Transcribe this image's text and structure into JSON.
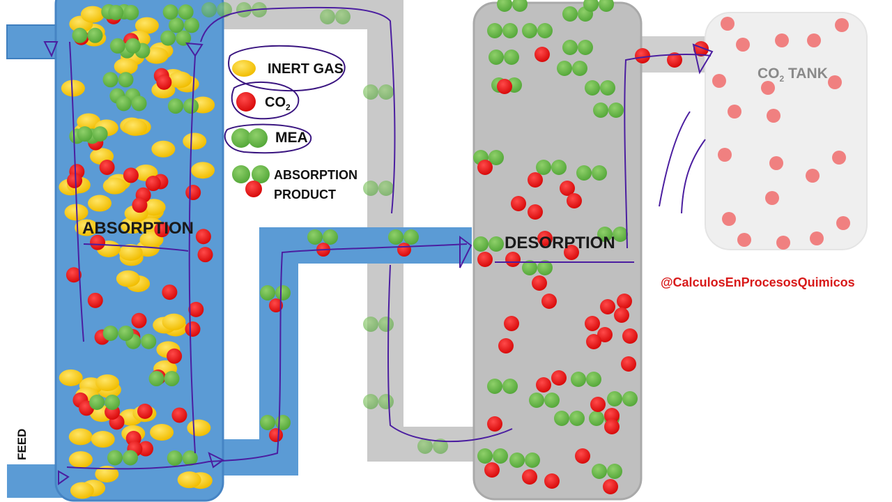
{
  "legend": {
    "inert_gas": "INERT GAS",
    "co2": "CO",
    "co2_sub": "2",
    "mea": "MEA",
    "absorption_product_line1": "ABSORPTION",
    "absorption_product_line2": "PRODUCT"
  },
  "units": {
    "absorber": "ABSORPTION",
    "desorber": "DESORPTION",
    "tank": "CO",
    "tank_sub": "2",
    "tank_suffix": " TANK",
    "feed": "FEED"
  },
  "watermark": "@CalculosEnProcesosQuimicos",
  "colors": {
    "absorber_blue": "#5b9bd5",
    "pipe_gray": "#c8c8c8",
    "desorber_gray": "#bfbfbf",
    "tank_gray": "#efefef",
    "inert_yellow": "#f5c400",
    "co2_red": "#e01010",
    "mea_green": "#66b84a",
    "annotation_purple": "#4b1ea0"
  }
}
